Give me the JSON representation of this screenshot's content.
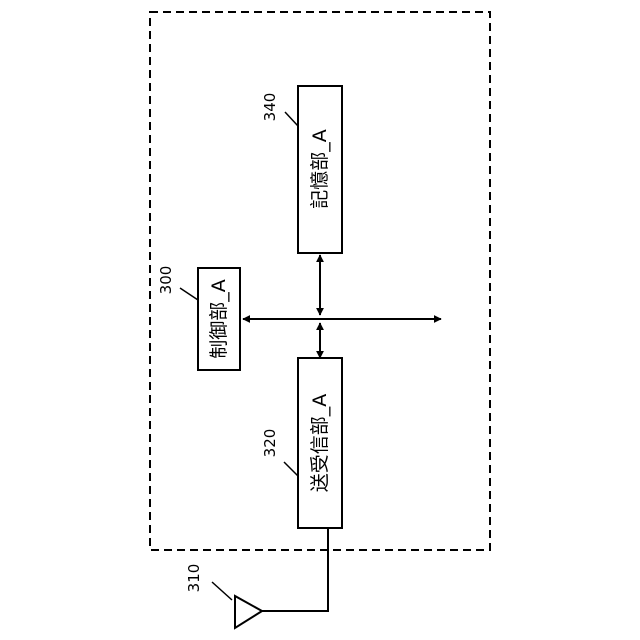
{
  "boxes": {
    "memory": {
      "label": "記憶部_A",
      "ref": "340"
    },
    "control": {
      "label": "制御部_A",
      "ref": "300"
    },
    "transceiver": {
      "label": "送受信部_A",
      "ref": "320"
    }
  },
  "antenna": {
    "ref": "310"
  }
}
